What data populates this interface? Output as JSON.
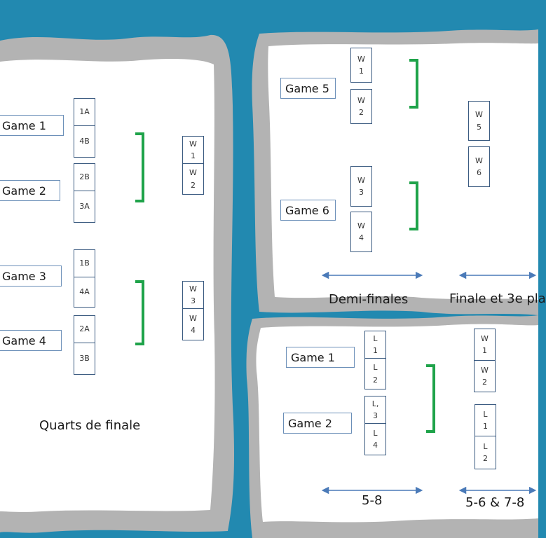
{
  "quarterfinals": {
    "games": [
      "Game 1",
      "Game 2",
      "Game 3",
      "Game 4"
    ],
    "seeds": [
      "1A",
      "4B",
      "2B",
      "3A",
      "1B",
      "4A",
      "2A",
      "3B"
    ],
    "winners": [
      "W\n1",
      "W\n2",
      "W\n3",
      "W\n4"
    ],
    "title": "Quarts de finale"
  },
  "semifinals": {
    "games": [
      "Game 5",
      "Game 6"
    ],
    "entrants": [
      "W\n1",
      "W\n2",
      "W\n3",
      "W\n4"
    ],
    "title": "Demi-finales"
  },
  "finals": {
    "entrants": [
      "W\n5",
      "W\n6"
    ],
    "title": "Finale et 3e pla"
  },
  "placement": {
    "games": [
      "Game 1",
      "Game 2"
    ],
    "losers": [
      "L\n1",
      "L\n2",
      "L,\n3",
      "L\n4"
    ],
    "results": [
      "W\n1",
      "W\n2",
      "L\n1",
      "L\n2"
    ],
    "title_left": "5-8",
    "title_right": "5-6 & 7-8"
  },
  "colors": {
    "background": "#2289b0",
    "panel_border": "#b3b3b3",
    "panel_fill": "#ffffff",
    "bracket": "#1fa34a",
    "arrow": "#4a7ab8"
  }
}
